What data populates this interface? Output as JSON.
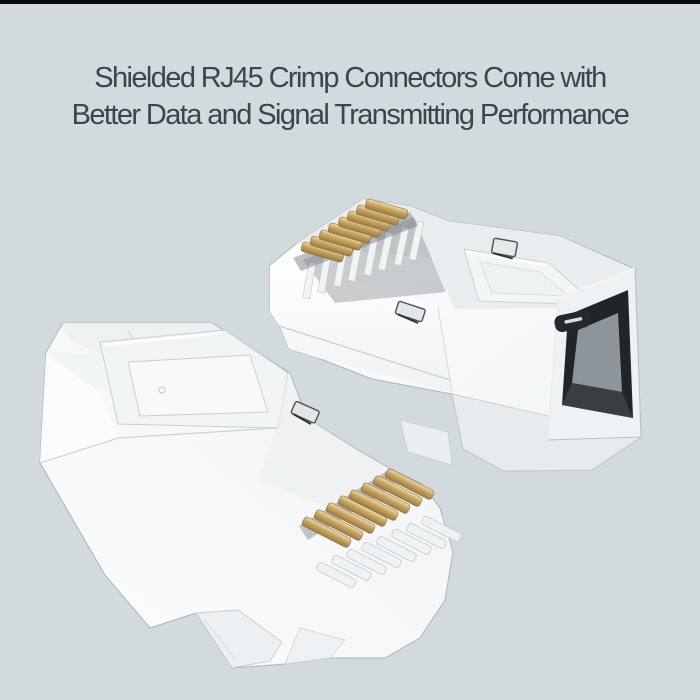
{
  "canvas": {
    "background_color": "#d3dadd",
    "top_bar_color": "#0a0a0c"
  },
  "headline": {
    "lines": [
      "Shielded RJ45 Crimp Connectors Come with",
      "Better Data and Signal Transmitting Performance"
    ],
    "text_color": "#3f444a"
  },
  "illustration": {
    "product_name": "Shielded RJ45 Crimp Connectors",
    "views": [
      {
        "id": "rj45-connector-rear-view",
        "shows": "shielded RJ45 plug, rear cable-entry opening"
      },
      {
        "id": "rj45-connector-front-view",
        "shows": "shielded RJ45 plug, front gold contact pins"
      }
    ],
    "colors": {
      "shield_white": "#fbfcfd",
      "face_shadow": "#e9edef",
      "edge_gray": "#aeb4b8",
      "pin_gold": "#c8a463",
      "pin_gold_light": "#eedfa8",
      "pin_gold_dark": "#8a6f3c",
      "opening_dark": "#222527",
      "opening_inner_gray": "#8e959a"
    }
  }
}
